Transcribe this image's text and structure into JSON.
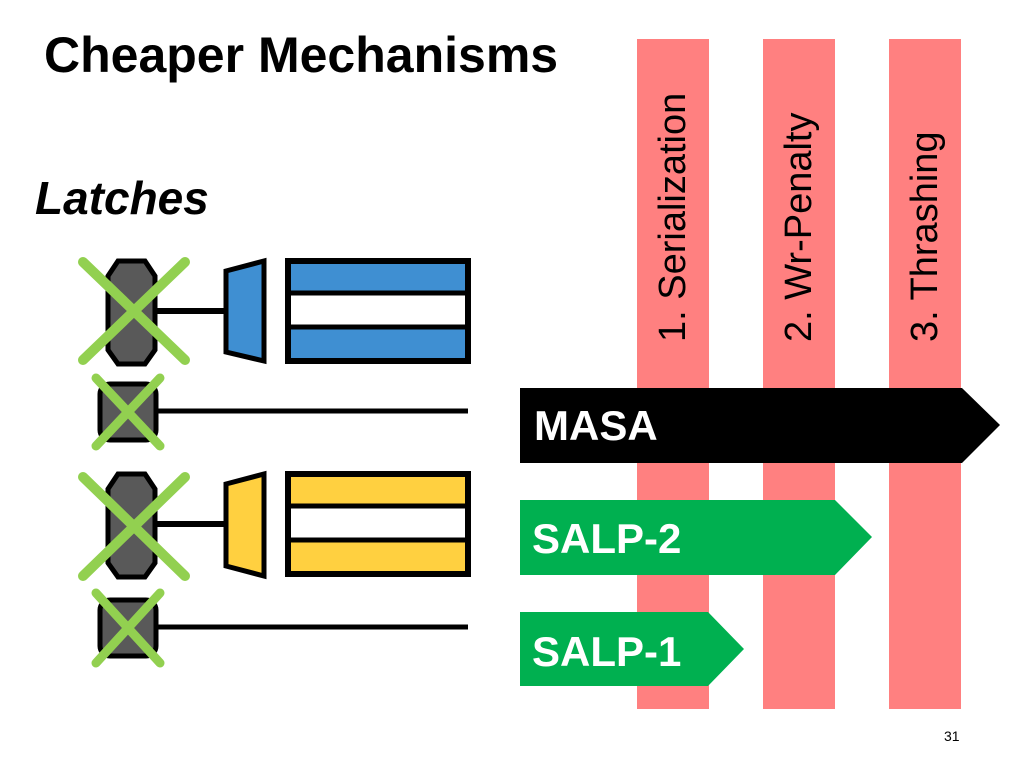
{
  "slide": {
    "title": "Cheaper Mechanisms",
    "subtitle": "Latches",
    "page_number": "31"
  },
  "columns": [
    {
      "label": "1. Serialization",
      "color": "#ff8080"
    },
    {
      "label": "2. Wr-Penalty",
      "color": "#ff8080"
    },
    {
      "label": "3. Thrashing",
      "color": "#ff8080"
    }
  ],
  "mechanisms": [
    {
      "label": "MASA",
      "color": "#000000",
      "covers": 3
    },
    {
      "label": "SALP-2",
      "color": "#00b050",
      "covers": 2
    },
    {
      "label": "SALP-1",
      "color": "#00b050",
      "covers": 1
    }
  ],
  "colors": {
    "subarray_blue": "#3f8fd2",
    "subarray_yellow": "#ffd040",
    "latch_gray": "#595959",
    "cross_green": "#92d050"
  }
}
